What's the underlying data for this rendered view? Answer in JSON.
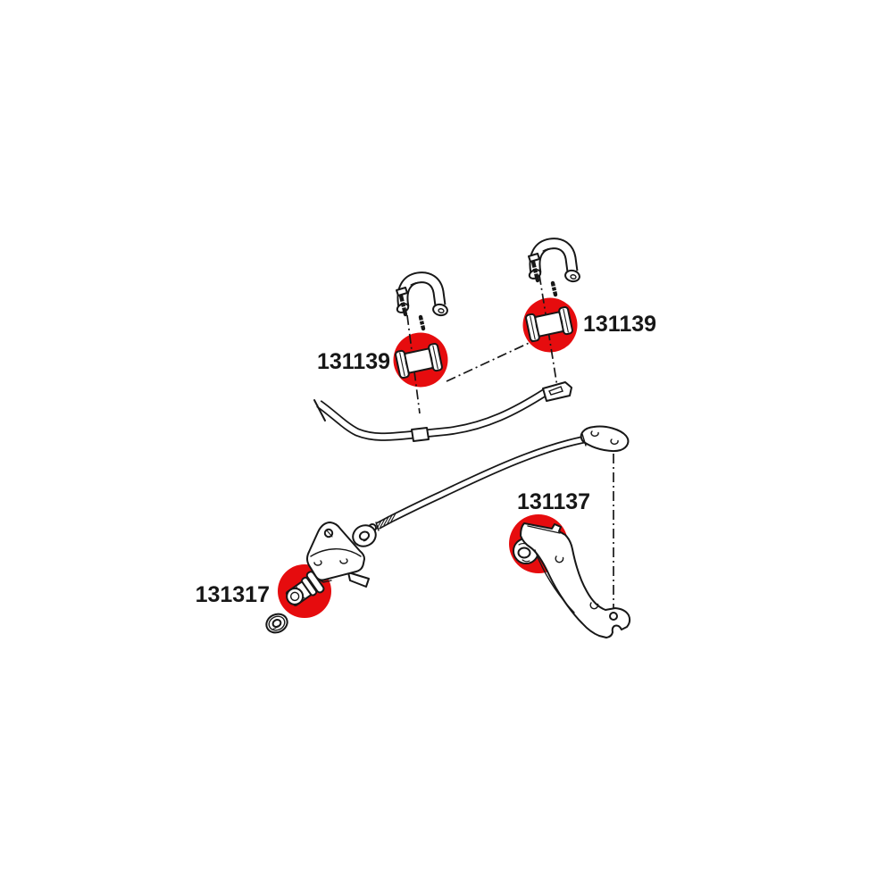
{
  "figure": {
    "background": "#ffffff",
    "line_color": "#171717",
    "highlight_color": "#e60c0e",
    "part_labels": [
      {
        "text": "131139",
        "location": "upper-left-bushing"
      },
      {
        "text": "131139",
        "location": "upper-right-bushing"
      },
      {
        "text": "131137",
        "location": "control-arm-bushing"
      },
      {
        "text": "131317",
        "location": "strut-rod-bushing"
      }
    ]
  }
}
